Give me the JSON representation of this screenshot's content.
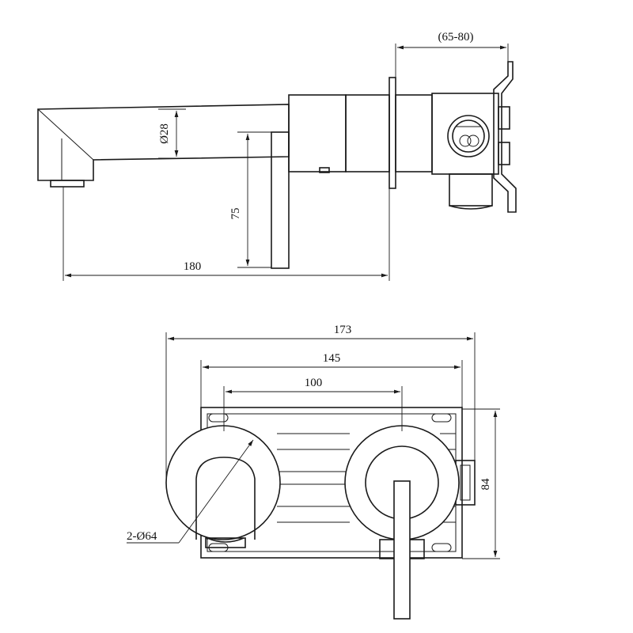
{
  "dimensions": {
    "wall_depth": "(65-80)",
    "spout_diameter": "Ø28",
    "handle_height": "75",
    "spout_length": "180",
    "plate_width": "173",
    "backplate_width": "145",
    "center_distance": "100",
    "plate_height": "84",
    "cover_diameter": "2-Ø64"
  },
  "colors": {
    "line": "#1a1a1a",
    "background": "#ffffff"
  }
}
